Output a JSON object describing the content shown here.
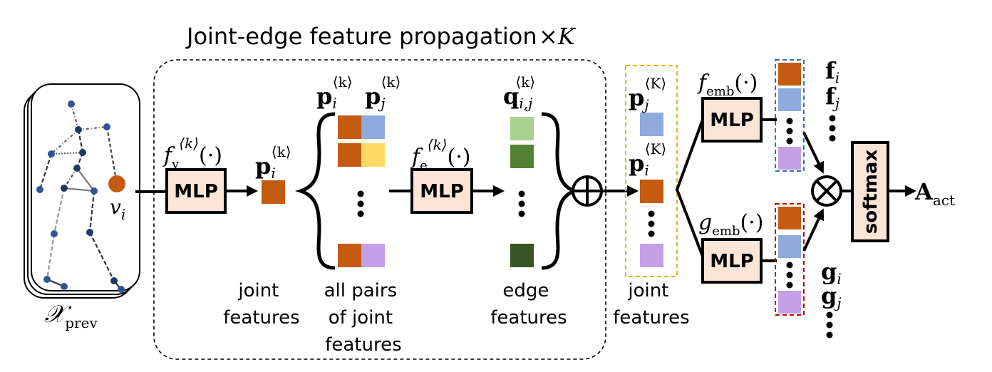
{
  "title": "Joint-edge feature propagation",
  "title_suffix": "×K",
  "input_label": "𝒳",
  "input_label_sub": "prev",
  "node_label": "v",
  "node_label_sub": "i",
  "f_v": {
    "base": "f",
    "sub": "v",
    "sup": "⟨k⟩",
    "arg": "(·)"
  },
  "f_e": {
    "base": "f",
    "sub": "e",
    "sup": "⟨k⟩",
    "arg": "(·)"
  },
  "f_emb": {
    "base": "f",
    "sub": "emb",
    "arg": "(·)"
  },
  "g_emb": {
    "base": "g",
    "sub": "emb",
    "arg": "(·)"
  },
  "mlp_label": "MLP",
  "softmax_label": "softmax",
  "p_i_k": {
    "base": "p",
    "sub": "i",
    "sup": "⟨k⟩"
  },
  "p_j_k": {
    "base": "p",
    "sub": "j",
    "sup": "⟨k⟩"
  },
  "q_ij_k": {
    "base": "q",
    "sub": "i,j",
    "sup": "⟨k⟩"
  },
  "p_j_K": {
    "base": "p",
    "sub": "j",
    "sup": "⟨K⟩"
  },
  "p_i_K": {
    "base": "p",
    "sub": "i",
    "sup": "⟨K⟩"
  },
  "f_i": {
    "base": "f",
    "sub": "i"
  },
  "f_j": {
    "base": "f",
    "sub": "j"
  },
  "g_i": {
    "base": "g",
    "sub": "i"
  },
  "g_j": {
    "base": "g",
    "sub": "j"
  },
  "A_act": {
    "base": "A",
    "sub": "act"
  },
  "label_joint_features_1": [
    "joint",
    "features"
  ],
  "label_all_pairs": [
    "all pairs",
    "of joint",
    "features"
  ],
  "label_edge_features": [
    "edge",
    "features"
  ],
  "label_joint_features_2": [
    "joint",
    "features"
  ],
  "colors": {
    "orange": "#c55a11",
    "blue": "#8faadc",
    "yellow": "#ffd966",
    "purple": "#c5a0e6",
    "light_green": "#a9d18e",
    "mid_green": "#548235",
    "dark_green": "#375623",
    "mlp_fill": "#fbe5d6",
    "node_dark": "#1f3864",
    "node_mid": "#2f5597",
    "yellow_dash": "#f2b01e",
    "blue_dash": "#2e75b6",
    "red_dash": "#c00000"
  }
}
